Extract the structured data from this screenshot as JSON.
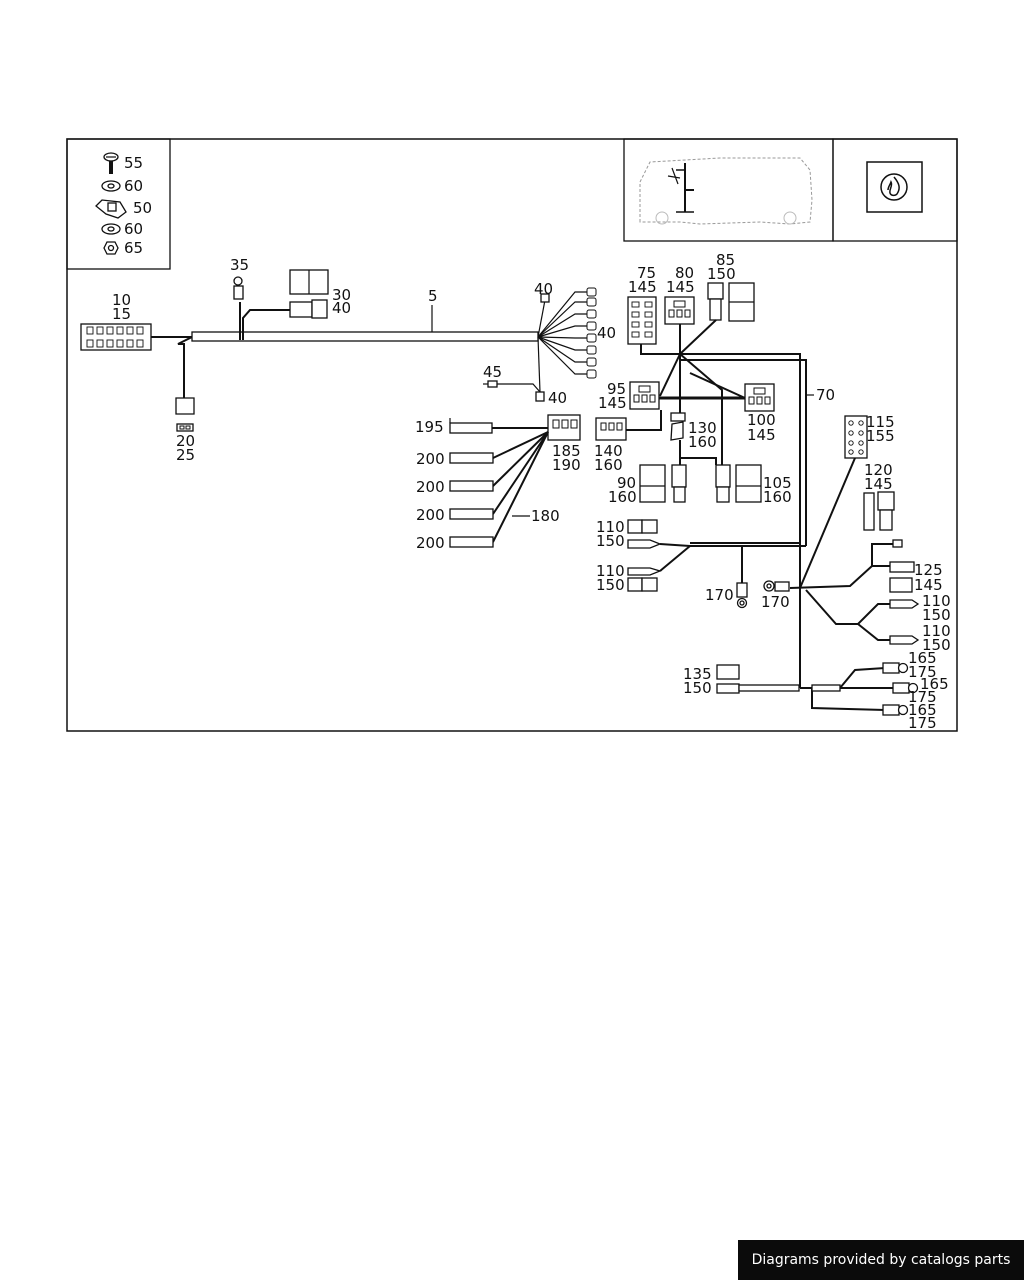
{
  "footer": {
    "text": "Diagrams provided by catalogs parts"
  },
  "diagram": {
    "callouts": [
      {
        "id": "c55",
        "text": "55"
      },
      {
        "id": "c60a",
        "text": "60"
      },
      {
        "id": "c50",
        "text": "50"
      },
      {
        "id": "c60b",
        "text": "60"
      },
      {
        "id": "c65",
        "text": "65"
      },
      {
        "id": "c35",
        "text": "35"
      },
      {
        "id": "c30",
        "text": "30"
      },
      {
        "id": "c40a",
        "text": "40"
      },
      {
        "id": "c5",
        "text": "5"
      },
      {
        "id": "c10",
        "text": "10"
      },
      {
        "id": "c15",
        "text": "15"
      },
      {
        "id": "c20",
        "text": "20"
      },
      {
        "id": "c25",
        "text": "25"
      },
      {
        "id": "c40b",
        "text": "40"
      },
      {
        "id": "c40c",
        "text": "40"
      },
      {
        "id": "c45",
        "text": "45"
      },
      {
        "id": "c40d",
        "text": "40"
      },
      {
        "id": "c75",
        "text": "75"
      },
      {
        "id": "c145a",
        "text": "145"
      },
      {
        "id": "c80",
        "text": "80"
      },
      {
        "id": "c145b",
        "text": "145"
      },
      {
        "id": "c85",
        "text": "85"
      },
      {
        "id": "c150a",
        "text": "150"
      },
      {
        "id": "c70",
        "text": "70"
      },
      {
        "id": "c95",
        "text": "95"
      },
      {
        "id": "c145c",
        "text": "145"
      },
      {
        "id": "c100",
        "text": "100"
      },
      {
        "id": "c145d",
        "text": "145"
      },
      {
        "id": "c130",
        "text": "130"
      },
      {
        "id": "c160a",
        "text": "160"
      },
      {
        "id": "c140",
        "text": "140"
      },
      {
        "id": "c160b",
        "text": "160"
      },
      {
        "id": "c90",
        "text": "90"
      },
      {
        "id": "c160c",
        "text": "160"
      },
      {
        "id": "c105",
        "text": "105"
      },
      {
        "id": "c160d",
        "text": "160"
      },
      {
        "id": "c195",
        "text": "195"
      },
      {
        "id": "c185",
        "text": "185"
      },
      {
        "id": "c190",
        "text": "190"
      },
      {
        "id": "c200a",
        "text": "200"
      },
      {
        "id": "c200b",
        "text": "200"
      },
      {
        "id": "c200c",
        "text": "200"
      },
      {
        "id": "c200d",
        "text": "200"
      },
      {
        "id": "c180",
        "text": "180"
      },
      {
        "id": "c115",
        "text": "115"
      },
      {
        "id": "c155",
        "text": "155"
      },
      {
        "id": "c120",
        "text": "120"
      },
      {
        "id": "c145e",
        "text": "145"
      },
      {
        "id": "c110a",
        "text": "110"
      },
      {
        "id": "c150b",
        "text": "150"
      },
      {
        "id": "c110b",
        "text": "110"
      },
      {
        "id": "c150c",
        "text": "150"
      },
      {
        "id": "c170a",
        "text": "170"
      },
      {
        "id": "c170b",
        "text": "170"
      },
      {
        "id": "c125",
        "text": "125"
      },
      {
        "id": "c145f",
        "text": "145"
      },
      {
        "id": "c110c",
        "text": "110"
      },
      {
        "id": "c150d",
        "text": "150"
      },
      {
        "id": "c110d",
        "text": "110"
      },
      {
        "id": "c150e",
        "text": "150"
      },
      {
        "id": "c135",
        "text": "135"
      },
      {
        "id": "c150f",
        "text": "150"
      },
      {
        "id": "c165a",
        "text": "165"
      },
      {
        "id": "c175a",
        "text": "175"
      },
      {
        "id": "c165b",
        "text": "165"
      },
      {
        "id": "c175b",
        "text": "175"
      },
      {
        "id": "c165c",
        "text": "165"
      },
      {
        "id": "c175c",
        "text": "175"
      }
    ]
  }
}
